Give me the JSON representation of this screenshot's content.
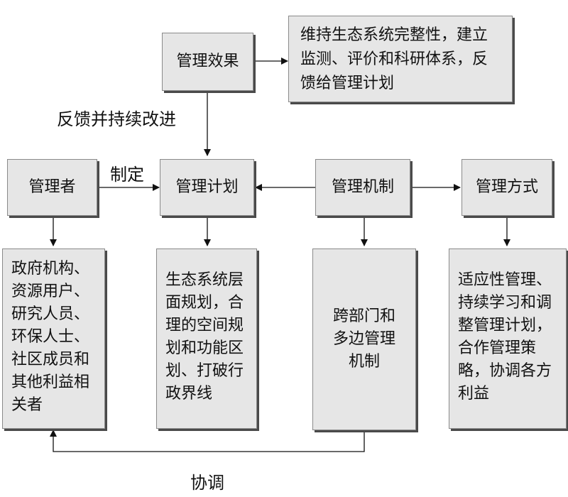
{
  "nodes": {
    "effect": "管理效果",
    "effect_note": "维持生态系统完整性，建立监测、评价和科研体系，反馈给管理计划",
    "manager": "管理者",
    "plan": "管理计划",
    "mechanism": "管理机制",
    "method": "管理方式",
    "stakeholders": "政府机构、资源用户、研究人员、环保人士、社区成员和其他利益相关者",
    "plan_detail": "生态系统层面规划，合理的空间规划和功能区划、打破行政界线",
    "mechanism_detail": "跨部门和多边管理机制",
    "method_detail": "适应性管理、持续学习和调整管理计划，合作管理策略，协调各方利益"
  },
  "edge_labels": {
    "feedback": "反馈并持续改进",
    "formulate": "制定",
    "coordinate": "协调"
  }
}
